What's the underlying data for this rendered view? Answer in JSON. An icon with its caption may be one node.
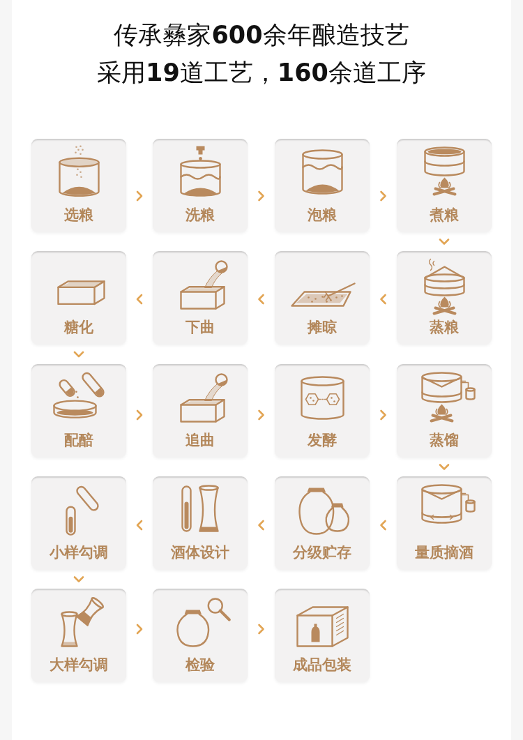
{
  "diagram": {
    "title": "传承彝家**600**余年酿造技艺",
    "nodes": [
      {
        "text": [
          "选粮"
        ]
      },
      {
        "text": [
          "洗粮"
        ]
      },
      {
        "text": [
          "泡粮"
        ]
      },
      {
        "text": [
          "煮粮"
        ]
      },
      {
        "text": [
          "蒸粮"
        ]
      },
      {
        "text": [
          "摊晾"
        ]
      },
      {
        "text": [
          "下曲"
        ]
      },
      {
        "text": [
          "糖化"
        ]
      },
      {
        "text": [
          "配醅"
        ]
      },
      {
        "text": [
          "追曲"
        ]
      },
      {
        "text": [
          "发酵"
        ]
      },
      {
        "text": [
          "蒸馏"
        ]
      },
      {
        "text": [
          "量质摘酒"
        ]
      },
      {
        "text": [
          "分级贮存"
        ]
      },
      {
        "text": [
          "酒体设计"
        ]
      },
      {
        "text": [
          "小样勾调"
        ]
      },
      {
        "text": [
          "大样勾调"
        ]
      },
      {
        "text": [
          "检验"
        ]
      },
      {
        "text": [
          "成品包装"
        ]
      }
    ],
    "edges": [
      {
        "from": 0,
        "to": 1,
        "arrow": "to"
      },
      {
        "from": 1,
        "to": 2,
        "arrow": "to"
      },
      {
        "from": 2,
        "to": 3,
        "arrow": "to"
      },
      {
        "from": 3,
        "to": 4,
        "arrow": "to"
      },
      {
        "from": 4,
        "to": 5,
        "arrow": "to"
      },
      {
        "from": 5,
        "to": 6,
        "arrow": "to"
      },
      {
        "from": 6,
        "to": 7,
        "arrow": "to"
      },
      {
        "from": 7,
        "to": 8,
        "arrow": "to"
      },
      {
        "from": 8,
        "to": 9,
        "arrow": "to"
      },
      {
        "from": 9,
        "to": 10,
        "arrow": "to"
      },
      {
        "from": 10,
        "to": 11,
        "arrow": "to"
      },
      {
        "from": 11,
        "to": 12,
        "arrow": "to"
      },
      {
        "from": 12,
        "to": 13,
        "arrow": "to"
      },
      {
        "from": 13,
        "to": 14,
        "arrow": "to"
      },
      {
        "from": 14,
        "to": 15,
        "arrow": "to"
      },
      {
        "from": 15,
        "to": 16,
        "arrow": "to"
      },
      {
        "from": 16,
        "to": 17,
        "arrow": "to"
      },
      {
        "from": 17,
        "to": 18,
        "arrow": "to"
      }
    ],
    "labels": [
      "采用**19**道工艺，**160**余道工序"
    ]
  }
}
